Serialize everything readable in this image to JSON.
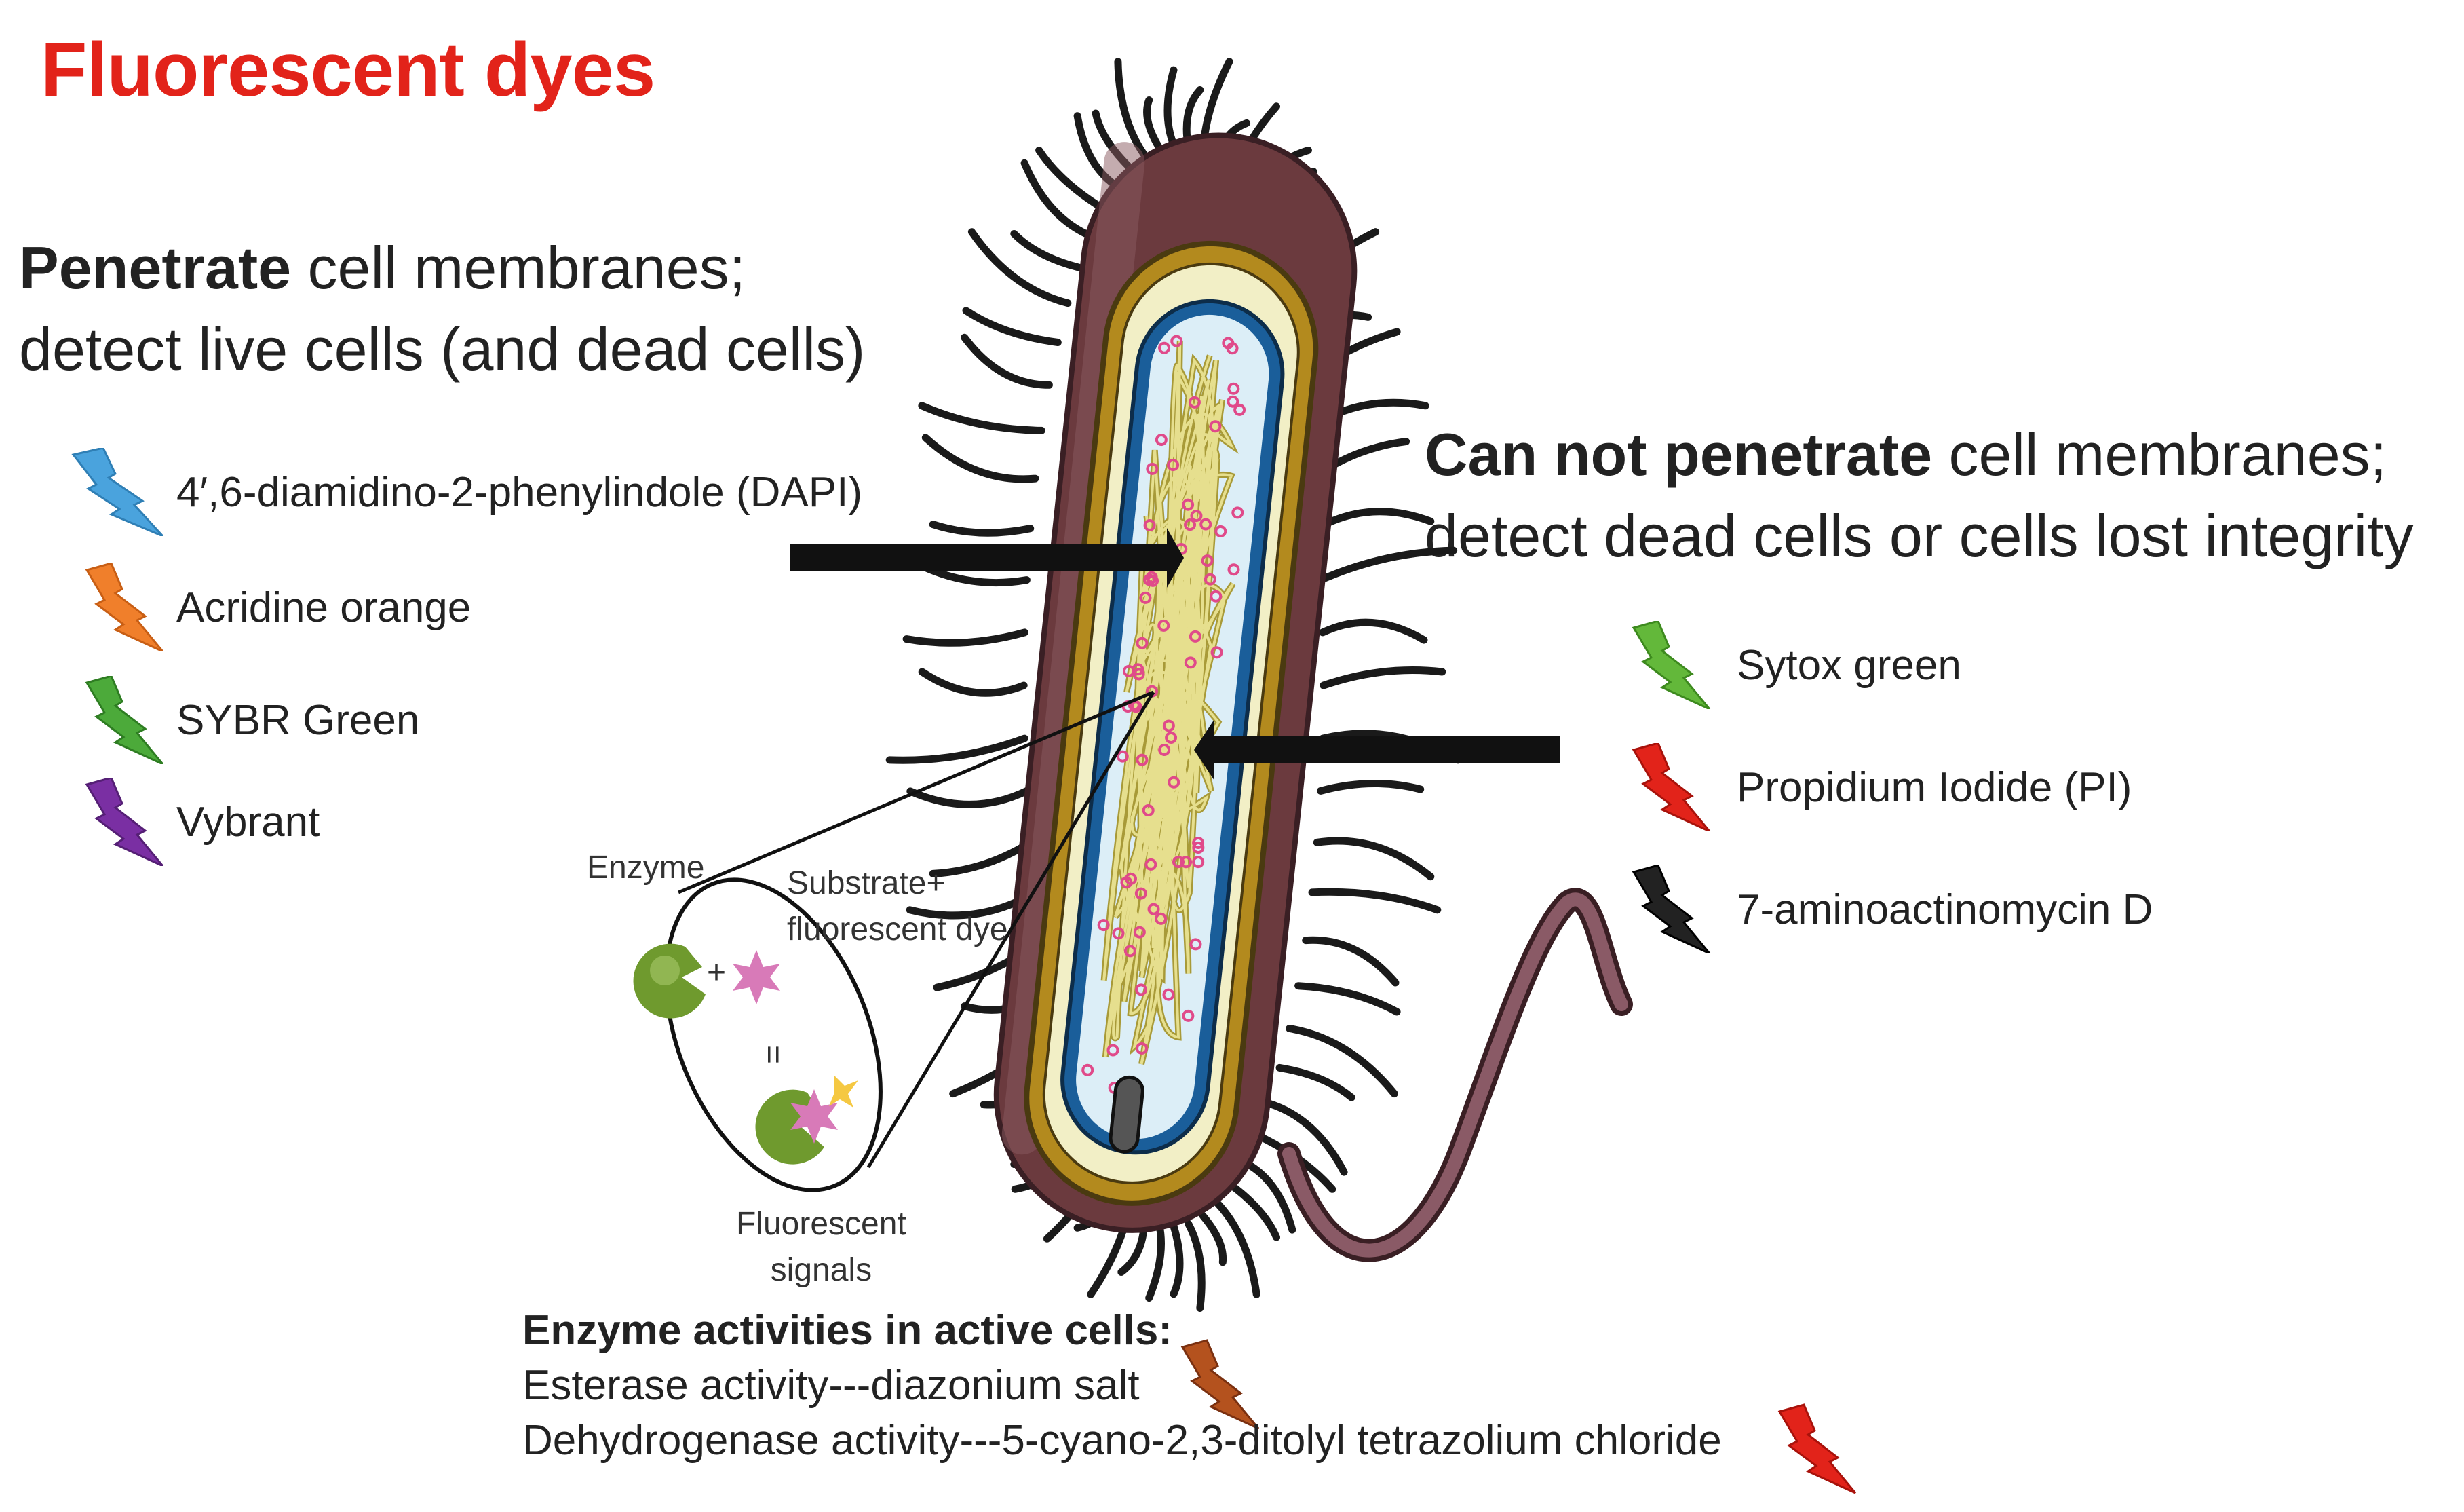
{
  "title": "Fluorescent dyes",
  "left_section": {
    "heading_bold": "Penetrate",
    "heading_rest_line1": " cell membranes;",
    "heading_line2": "detect live cells (and dead cells)",
    "dyes": [
      {
        "label": "4′,6-diamidino-2-phenylindole (DAPI)",
        "color": "#4aa3dd"
      },
      {
        "label": "Acridine orange",
        "color": "#f07f2b"
      },
      {
        "label": "SYBR Green",
        "color": "#4caa3a"
      },
      {
        "label": "Vybrant",
        "color": "#7a2fa3"
      }
    ]
  },
  "right_section": {
    "heading_bold": "Can not penetrate",
    "heading_rest_line1": " cell membranes;",
    "heading_line2": "detect dead cells or cells lost integrity",
    "dyes": [
      {
        "label": "Sytox green",
        "color": "#63b83a"
      },
      {
        "label": "Propidium Iodide (PI)",
        "color": "#e2231a"
      },
      {
        "label": "7-aminoactinomycin D",
        "color": "#222222"
      }
    ]
  },
  "zoom_panel": {
    "enzyme_label": "Enzyme",
    "substrate_label_line1": "Substrate+",
    "substrate_label_line2": "fluorescent dye",
    "plus_sign": "+",
    "equals_sign": "=",
    "signal_label_line1": "Fluorescent",
    "signal_label_line2": "signals"
  },
  "enzyme_section": {
    "heading": "Enzyme activities in active cells:",
    "lines": [
      {
        "text": "Esterase activity---diazonium salt",
        "bolt_color": "#b4521e"
      },
      {
        "text": "Dehydrogenase activity---5-cyano-2,3-ditolyl tetrazolium chloride",
        "bolt_color": "#e2231a"
      }
    ]
  },
  "colors": {
    "title": "#e2231a",
    "cell_capsule": "#6b3a3e",
    "cell_wall": "#b38a1e",
    "cytoplasm": "#dceef7",
    "dna": "#d8d07a",
    "ribosome": "#e04a8a",
    "membrane_blue": "#1a5e9a",
    "enzyme": "#6f9a2e",
    "arrow": "#111111"
  }
}
